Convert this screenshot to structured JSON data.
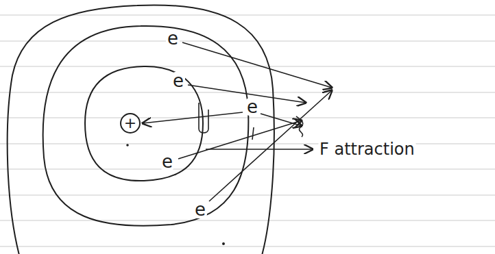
{
  "diagram": {
    "nodes": [
      {
        "text": [
          "+"
        ]
      }
    ],
    "labels": [
      "e",
      "e",
      "e",
      "e",
      "e",
      "F attraction"
    ]
  }
}
